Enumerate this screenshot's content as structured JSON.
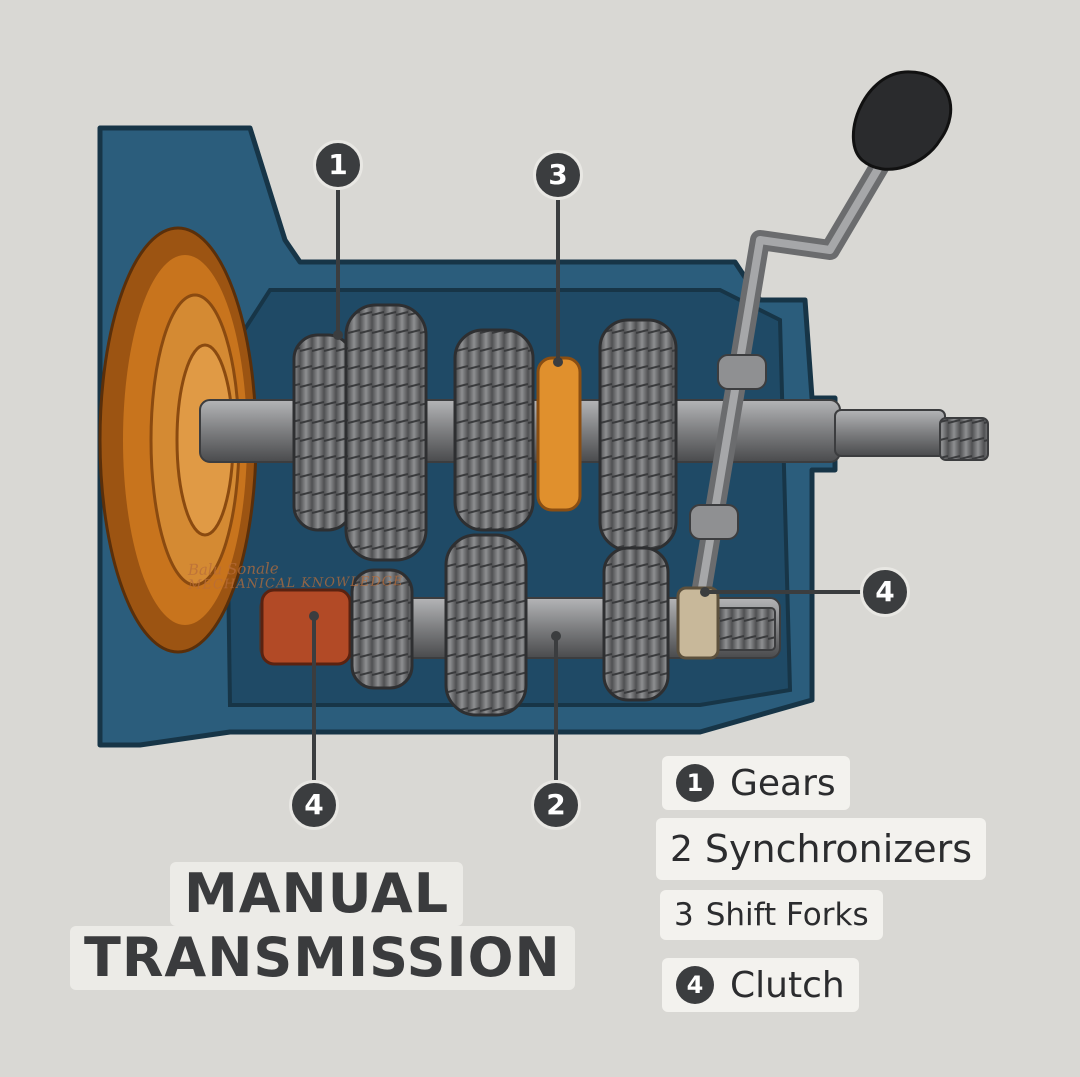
{
  "title": {
    "line1": "MANUAL",
    "line2": "TRANSMISSION"
  },
  "callouts": [
    {
      "id": "gears",
      "label": "1"
    },
    {
      "id": "synchronizer",
      "label": "3"
    },
    {
      "id": "shift-fork",
      "label": "4"
    },
    {
      "id": "clutch",
      "label": "4"
    },
    {
      "id": "countershaft",
      "label": "2"
    }
  ],
  "legend": [
    {
      "number": "1",
      "style": "badge",
      "text": "Gears"
    },
    {
      "number": "2",
      "style": "plain",
      "text": "Synchronizers"
    },
    {
      "number": "3",
      "style": "plain",
      "text": "Shift Forks"
    },
    {
      "number": "4",
      "style": "badge",
      "text": "Clutch"
    }
  ],
  "watermark": {
    "line1": "Balu Sonale",
    "line2": "MECHANICAL KNOWLEDGE"
  },
  "colors": {
    "background": "#d9d8d4",
    "housing": "#2b5d7c",
    "housing_dark": "#1d3f56",
    "gear": "#6d6e70",
    "shaft": "#8a8b8d",
    "flywheel": "#c8741d",
    "synchronizer": "#e0902d",
    "clutch_collar": "#b24a26",
    "knob": "#2a2b2d",
    "callout": "#3b3d3f"
  }
}
